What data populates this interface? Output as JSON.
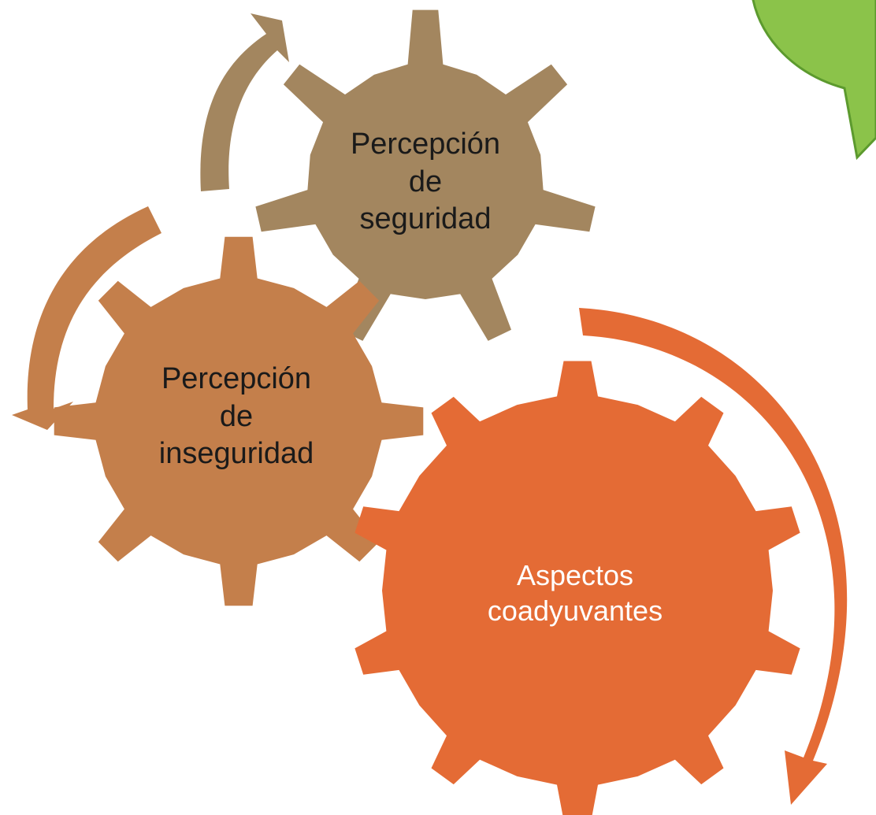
{
  "diagram": {
    "gears": {
      "seguridad": {
        "lines": [
          "Percepción",
          "de",
          "seguridad"
        ],
        "color": "#a3865f"
      },
      "inseguridad": {
        "lines": [
          "Percepción",
          "de",
          "inseguridad"
        ],
        "color": "#c47f4b"
      },
      "coadyuvantes": {
        "lines": [
          "Aspectos",
          "coadyuvantes"
        ],
        "color": "#e46b35"
      }
    },
    "callout_color": "#8bc34a",
    "callout_border": "#5c9a2e"
  }
}
